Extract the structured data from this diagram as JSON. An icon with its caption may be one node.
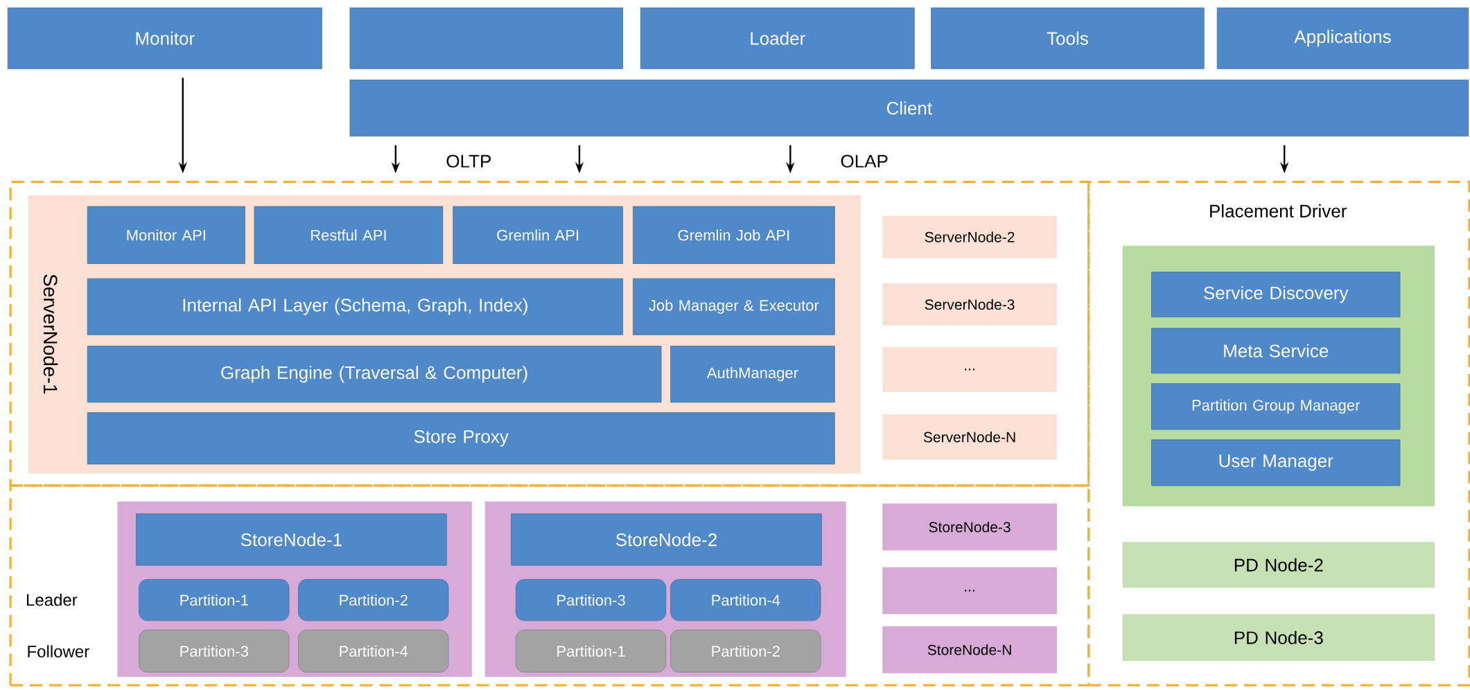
{
  "diagram": {
    "nodes": [
      {
        "text": [
          "Monitor"
        ]
      },
      {
        "text": [],
        "shape": "box"
      },
      {
        "text": [
          "Loader"
        ]
      },
      {
        "text": [
          "Tools"
        ]
      },
      {
        "text": [
          "Applications"
        ]
      },
      {
        "text": [
          "Client"
        ]
      },
      {
        "text": [],
        "shape": "box"
      },
      {
        "text": [
          "ServerNode-1"
        ],
        "in": 6
      },
      {
        "text": [
          "Monitor API"
        ],
        "in": 7
      },
      {
        "text": [
          "Restful API"
        ],
        "in": 7
      },
      {
        "text": [
          "Gremlin API"
        ],
        "in": 7
      },
      {
        "text": [
          "Gremlin Job API"
        ],
        "in": 7
      },
      {
        "text": [
          "Internal API Layer (Schema, Graph, Index)"
        ],
        "in": 7
      },
      {
        "text": [
          "Job Manager & Executor"
        ],
        "in": 7
      },
      {
        "text": [
          "Graph Engine (Traversal & Computer)"
        ],
        "in": 7
      },
      {
        "text": [
          "AuthManager"
        ],
        "in": 7
      },
      {
        "text": [
          "Store Proxy"
        ],
        "in": 7
      },
      {
        "text": [
          "ServerNode-2"
        ],
        "in": 6
      },
      {
        "text": [
          "ServerNode-3"
        ],
        "in": 6
      },
      {
        "text": [
          "..."
        ],
        "in": 6
      },
      {
        "text": [
          "ServerNode-N"
        ],
        "in": 6
      },
      {
        "text": [],
        "shape": "box"
      },
      {
        "text": [],
        "shape": "box",
        "in": 21
      },
      {
        "text": [
          "StoreNode-1"
        ],
        "in": 22
      },
      {
        "text": [
          "Partition-1"
        ],
        "in": 22
      },
      {
        "text": [
          "Partition-2"
        ],
        "in": 22
      },
      {
        "text": [
          "Partition-3"
        ],
        "in": 22
      },
      {
        "text": [
          "Partition-4"
        ],
        "in": 22
      },
      {
        "text": [],
        "shape": "box",
        "in": 21
      },
      {
        "text": [
          "StoreNode-2"
        ],
        "in": 28
      },
      {
        "text": [
          "Partition-3"
        ],
        "in": 28
      },
      {
        "text": [
          "Partition-4"
        ],
        "in": 28
      },
      {
        "text": [
          "Partition-1"
        ],
        "in": 28
      },
      {
        "text": [
          "Partition-2"
        ],
        "in": 28
      },
      {
        "text": [
          "StoreNode-3"
        ],
        "in": 21
      },
      {
        "text": [
          "..."
        ],
        "in": 21
      },
      {
        "text": [
          "StoreNode-N"
        ],
        "in": 21
      },
      {
        "text": [
          "Placement Driver"
        ]
      },
      {
        "text": [],
        "shape": "box",
        "in": 37
      },
      {
        "text": [
          "Service Discovery"
        ],
        "in": 38
      },
      {
        "text": [
          "Meta Service"
        ],
        "in": 38
      },
      {
        "text": [
          "Partition Group Manager"
        ],
        "in": 38
      },
      {
        "text": [
          "User Manager"
        ],
        "in": 38
      },
      {
        "text": [
          "PD Node-2"
        ],
        "in": 37
      },
      {
        "text": [
          "PD Node-3"
        ],
        "in": 37
      }
    ],
    "edges": [
      {
        "from": 0,
        "to": 6,
        "arrow": "to"
      },
      {
        "from": 5,
        "to": 6,
        "arrow": "to"
      },
      {
        "from": 5,
        "to": 6,
        "arrow": "to"
      },
      {
        "from": 5,
        "to": 6,
        "arrow": "to"
      },
      {
        "from": 5,
        "to": 37,
        "arrow": "to"
      }
    ],
    "labels": [
      "OLTP",
      "OLAP",
      "Leader",
      "Follower"
    ]
  }
}
